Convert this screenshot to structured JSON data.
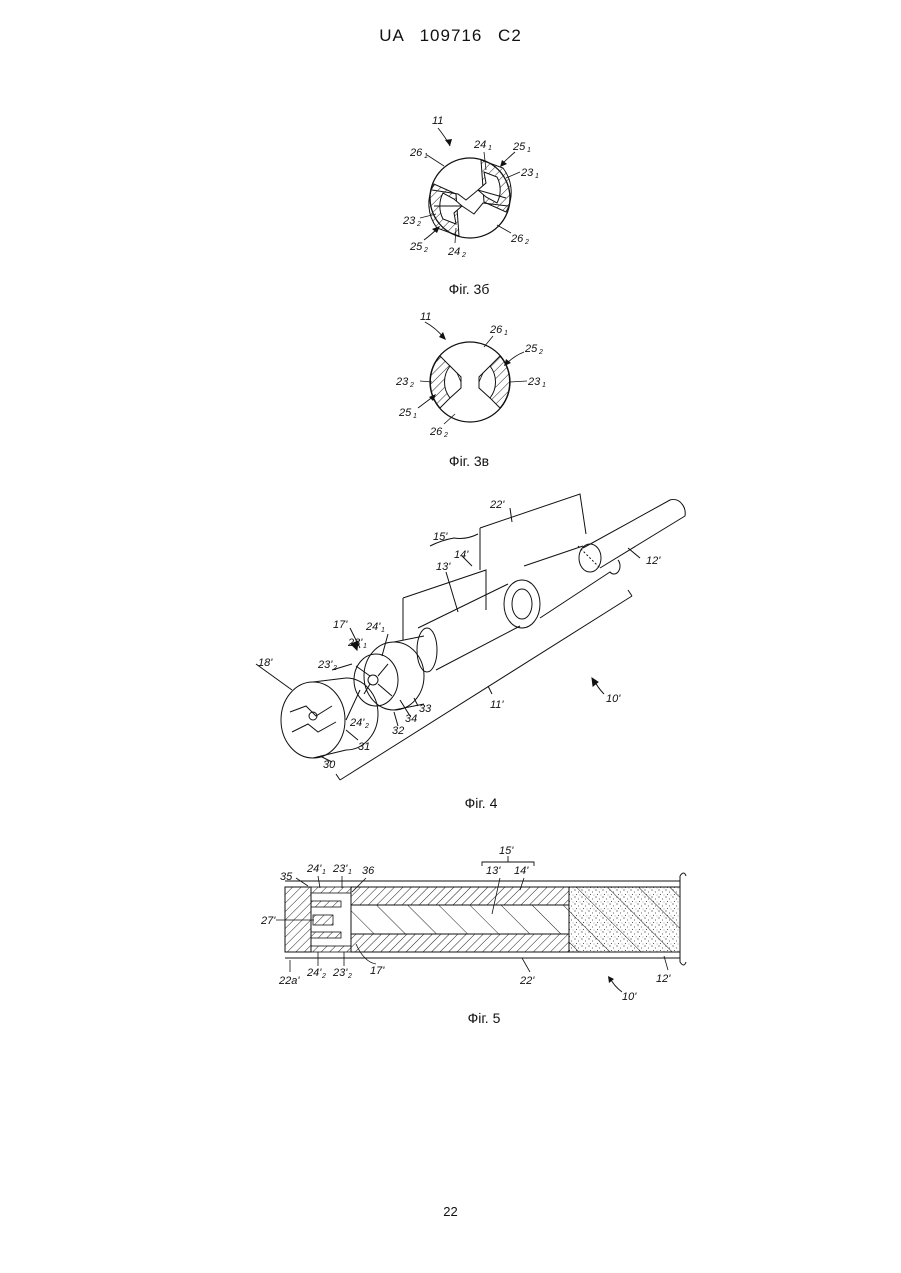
{
  "header": "UA   109716   C2",
  "page_number": "22",
  "figures": {
    "fig3b": {
      "caption": "Фіг. 3б",
      "labels": {
        "l11": "11",
        "l24_1": "24",
        "l25_1": "25",
        "l26_1": "26",
        "l23_1": "23",
        "l23_2": "23",
        "l25_2": "25",
        "l24_2": "24",
        "l26_2": "26"
      },
      "subs": {
        "s1": "1",
        "s2": "2"
      }
    },
    "fig3v": {
      "caption": "Фіг. 3в",
      "labels": {
        "l11": "11",
        "l26_1": "26",
        "l25_2": "25",
        "l23_2": "23",
        "l23_1": "23",
        "l25_1": "25",
        "l26_2": "26"
      },
      "subs": {
        "s1": "1",
        "s2": "2"
      }
    },
    "fig4": {
      "caption": "Фіг. 4",
      "labels": {
        "l22": "22'",
        "l15": "15'",
        "l14": "14'",
        "l13": "13'",
        "l12": "12'",
        "l17": "17'",
        "l24_1": "24'",
        "l23_1": "23'",
        "l23_2": "23'",
        "l18": "18'",
        "l24_2": "24'",
        "l34": "34",
        "l33": "33",
        "l32": "32",
        "l31": "31",
        "l30": "30",
        "l11": "11'",
        "l10": "10'"
      },
      "subs": {
        "s1": "1",
        "s2": "2"
      }
    },
    "fig5": {
      "caption": "Фіг. 5",
      "labels": {
        "l15": "15'",
        "l13": "13'",
        "l14": "14'",
        "l35": "35",
        "l24_1": "24'",
        "l23_1": "23'",
        "l36": "36",
        "l27": "27'",
        "l22a": "22a'",
        "l24_2": "24'",
        "l23_2": "23'",
        "l17": "17'",
        "l22": "22'",
        "l10": "10'",
        "l12": "12'"
      },
      "subs": {
        "s1": "1",
        "s2": "2"
      }
    }
  }
}
